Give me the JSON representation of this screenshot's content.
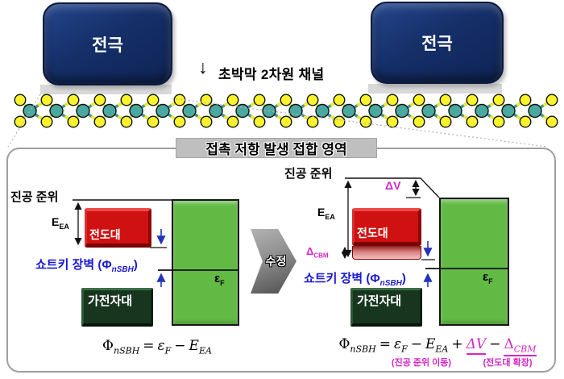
{
  "colors": {
    "electrode_navy": "#152f68",
    "chain_teal": "#49a9a1",
    "chain_yellow": "#f8f32b",
    "bond_teal": "#3e9e96",
    "bond_yellow": "#f2ea2d",
    "conduction_red": "#d01111",
    "cbm_extension_pink": "#d97f7f",
    "metal_green": "#62ba45",
    "valence_dark_green": "#18361f",
    "schottky_blue": "#1a1ad1",
    "magenta": "#d626c6",
    "pad_gray": "#d9d9d9",
    "banner_gray": "#bfbfbf"
  },
  "electrodes": {
    "left_label": "전극",
    "right_label": "전극"
  },
  "channel": {
    "arrow": "↓",
    "label": "초박막 2차원 채널"
  },
  "junction_banner": "접촉 저항 발생 접합 영역",
  "modify_arrow_label": "수정",
  "diagram_left": {
    "vacuum_label": "진공 준위",
    "eea": {
      "main": "E",
      "sub": "EA"
    },
    "conduction_label": "전도대",
    "schottky": {
      "prefix": "쇼트키 장벽 (Φ",
      "sub": "nSBH",
      "suffix": ")"
    },
    "fermi": {
      "main": "ε",
      "sub": "F"
    },
    "valence_label": "가전자대",
    "formula": [
      {
        "t": "Φ",
        "sub": "nSBH"
      },
      {
        "t": "="
      },
      {
        "t": "ε",
        "sub": "F",
        "it": 1
      },
      {
        "t": "−"
      },
      {
        "t": "E",
        "sub": "EA",
        "it": 1
      }
    ]
  },
  "diagram_right": {
    "vacuum_label": "진공 준위",
    "delta_v": "ΔV",
    "eea": {
      "main": "E",
      "sub": "EA"
    },
    "conduction_label": "전도대",
    "delta_cbm": {
      "main": "Δ",
      "sub": "CBM"
    },
    "schottky": {
      "prefix": "쇼트키 장벽 (Φ",
      "sub": "nSBH",
      "suffix": ")"
    },
    "fermi": {
      "main": "ε",
      "sub": "F"
    },
    "valence_label": "가전자대",
    "formula": [
      {
        "t": "Φ",
        "sub": "nSBH"
      },
      {
        "t": "="
      },
      {
        "t": "ε",
        "sub": "F",
        "it": 1
      },
      {
        "t": "−"
      },
      {
        "t": "E",
        "sub": "EA",
        "it": 1
      },
      {
        "t": "+"
      },
      {
        "t": "ΔV",
        "it": 1,
        "mag": 1,
        "ul": 1
      },
      {
        "t": "−"
      },
      {
        "t": "Δ",
        "sub": "CBM",
        "mag": 1,
        "ul": 1
      }
    ],
    "notes": [
      {
        "text": "(진공 준위 이동)"
      },
      {
        "text": "(전도대 확장)"
      }
    ]
  }
}
